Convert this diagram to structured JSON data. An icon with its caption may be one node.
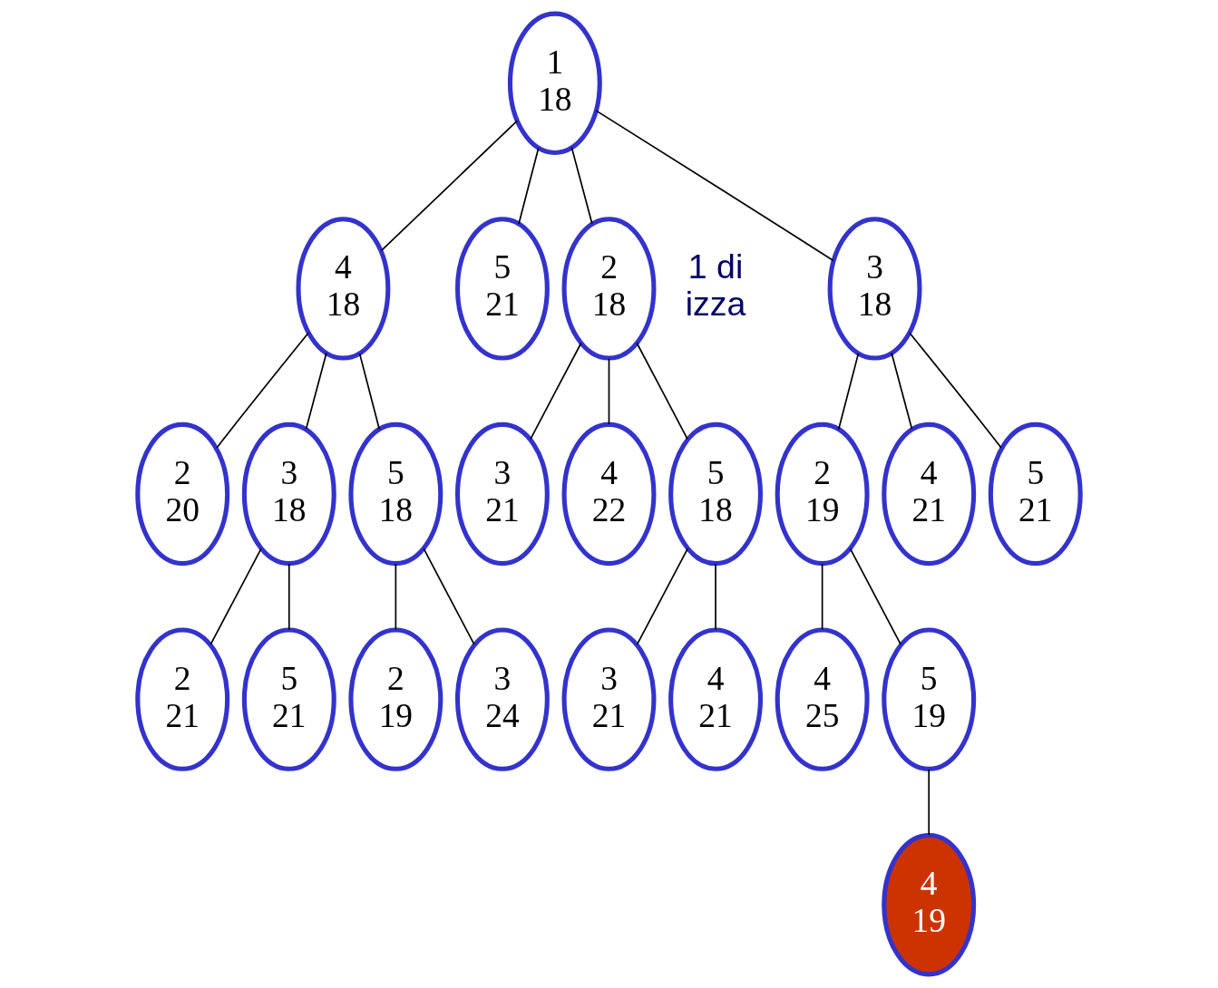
{
  "diagram": {
    "nodes": [
      {
        "text": [
          "1",
          "18"
        ]
      },
      {
        "text": [
          "2",
          "18"
        ]
      },
      {
        "text": [
          "3",
          "18"
        ]
      },
      {
        "text": [
          "4",
          "18"
        ]
      },
      {
        "text": [
          "5",
          "21"
        ]
      },
      {
        "text": [
          "3",
          "21"
        ]
      },
      {
        "text": [
          "4",
          "22"
        ]
      },
      {
        "text": [
          "5",
          "18"
        ]
      },
      {
        "text": [
          "2",
          "19"
        ]
      },
      {
        "text": [
          "4",
          "21"
        ]
      },
      {
        "text": [
          "5",
          "21"
        ]
      },
      {
        "text": [
          "2",
          "20"
        ]
      },
      {
        "text": [
          "3",
          "18"
        ]
      },
      {
        "text": [
          "5",
          "18"
        ]
      },
      {
        "text": [
          "3",
          "21"
        ]
      },
      {
        "text": [
          "4",
          "21"
        ]
      },
      {
        "text": [
          "4",
          "25"
        ]
      },
      {
        "text": [
          "5",
          "19"
        ]
      },
      {
        "text": [
          "2",
          "21"
        ]
      },
      {
        "text": [
          "5",
          "21"
        ]
      },
      {
        "text": [
          "2",
          "19"
        ]
      },
      {
        "text": [
          "3",
          "24"
        ]
      },
      {
        "text": [
          "4",
          "19"
        ]
      }
    ],
    "edges": [
      {
        "from": 0,
        "to": 1,
        "arrow": "none"
      },
      {
        "from": 0,
        "to": 2,
        "arrow": "none"
      },
      {
        "from": 0,
        "to": 3,
        "arrow": "none"
      },
      {
        "from": 0,
        "to": 4,
        "arrow": "none"
      },
      {
        "from": 1,
        "to": 5,
        "arrow": "none"
      },
      {
        "from": 1,
        "to": 6,
        "arrow": "none"
      },
      {
        "from": 1,
        "to": 7,
        "arrow": "none"
      },
      {
        "from": 2,
        "to": 8,
        "arrow": "none"
      },
      {
        "from": 2,
        "to": 9,
        "arrow": "none"
      },
      {
        "from": 2,
        "to": 10,
        "arrow": "none"
      },
      {
        "from": 3,
        "to": 11,
        "arrow": "none"
      },
      {
        "from": 3,
        "to": 12,
        "arrow": "none"
      },
      {
        "from": 3,
        "to": 13,
        "arrow": "none"
      },
      {
        "from": 7,
        "to": 14,
        "arrow": "none"
      },
      {
        "from": 7,
        "to": 15,
        "arrow": "none"
      },
      {
        "from": 8,
        "to": 16,
        "arrow": "none"
      },
      {
        "from": 8,
        "to": 17,
        "arrow": "none"
      },
      {
        "from": 12,
        "to": 18,
        "arrow": "none"
      },
      {
        "from": 12,
        "to": 19,
        "arrow": "none"
      },
      {
        "from": 13,
        "to": 20,
        "arrow": "none"
      },
      {
        "from": 13,
        "to": 21,
        "arrow": "none"
      },
      {
        "from": 17,
        "to": 22,
        "arrow": "none"
      }
    ],
    "labels": [
      "1 di",
      "izza"
    ]
  }
}
